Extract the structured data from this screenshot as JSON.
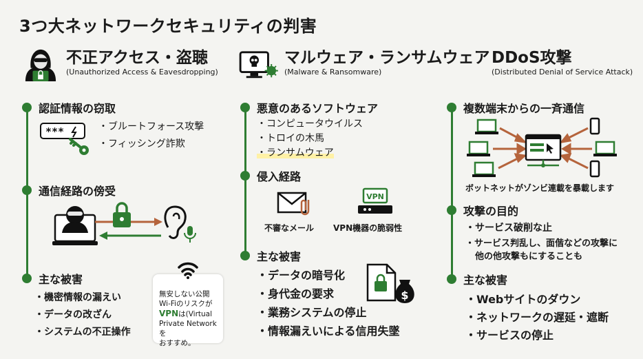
{
  "title": "3つ大ネットワークセキュリティの判害",
  "columns": [
    {
      "title": "不正アクセス・盗聴",
      "subtitle": "(Unauthorized Access & Eavesdropping)",
      "sections": [
        {
          "title": "認証情報の窃取",
          "items": [
            "・ブルートフォース攻撃",
            "・フィッシング詐欺"
          ]
        },
        {
          "title": "通信経路の傍受"
        },
        {
          "title": "主な被害",
          "items": [
            "・機密情報の漏えい",
            "・データの改ざん",
            "・システムの不正操作"
          ]
        }
      ],
      "password_mask": "***",
      "wifi_note": {
        "line1": "無安しない公開",
        "line2": "Wi-Fiのリスクが",
        "vpn": "VPN",
        "vpn_rest": "は(Virtual",
        "line4": "Private Networkを",
        "line5": "おすすめ。"
      }
    },
    {
      "title": "マルウェア・ランサムウェア",
      "subtitle": "(Malware & Ransomware)",
      "sections": [
        {
          "title": "悪意のあるソフトウェア",
          "items": [
            "・コンピュータウイルス",
            "・トロイの木馬",
            "・ランサムウェア"
          ]
        },
        {
          "title": "侵入経路",
          "captions": [
            "不審なメール",
            "VPN機器の脆弱性"
          ]
        },
        {
          "title": "主な被害",
          "items": [
            "・データの暗号化",
            "・身代金の要求",
            "・業務システムの停止",
            "・情報漏えいによる信用失墜"
          ]
        }
      ],
      "vpn_label": "VPN"
    },
    {
      "title": "DDoS攻撃",
      "subtitle": "(Distributed Denial of Service Attack)",
      "sections": [
        {
          "title": "複数端末からの一斉通信",
          "caption": "ボットネットがゾンビ連載を暴載します"
        },
        {
          "title": "攻撃の目的",
          "items": [
            "・サービス破削な止",
            "・サービス判乱し、面偕などの攻撃に",
            "他の他攻撃もにすることも"
          ]
        },
        {
          "title": "主な被害",
          "items": [
            "・Webサイトのダウン",
            "・ネットワークの遅延・遮断",
            "・サービスの停止"
          ]
        }
      ]
    }
  ],
  "colors": {
    "accent": "#2e7d32",
    "arrow": "#b5643c",
    "highlight": "#fff1a6",
    "background": "#f4f4f1"
  },
  "icons": [
    "hacker-icon",
    "infected-computer-icon",
    "password-key-icon",
    "hacker-laptop-icon",
    "lock-icon",
    "ear-icon",
    "microphone-icon",
    "wifi-icon",
    "envelope-icon",
    "paperclip-icon",
    "vpn-router-icon",
    "locked-file-icon",
    "money-bag-icon",
    "laptop-icon",
    "smartphone-icon",
    "botnet-server-icon"
  ]
}
